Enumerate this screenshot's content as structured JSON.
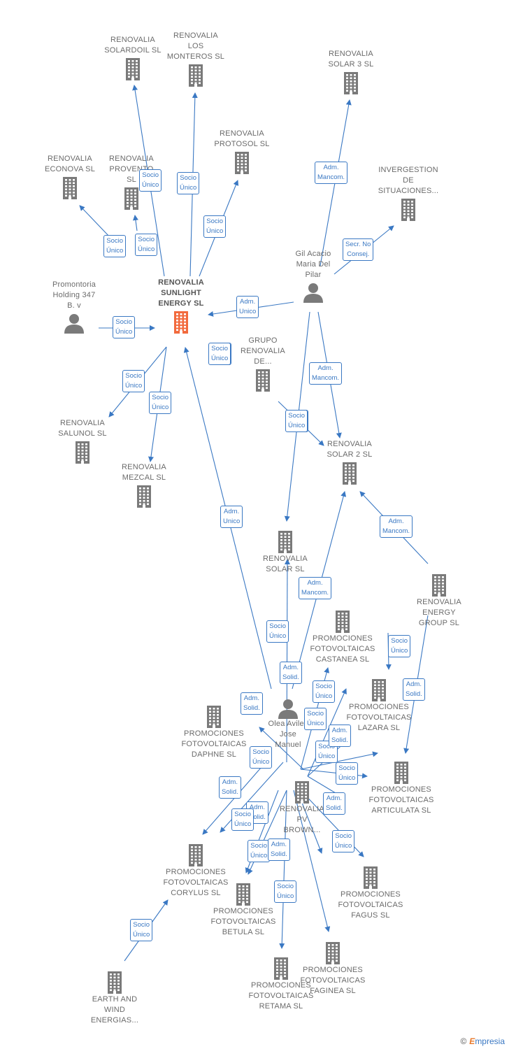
{
  "colors": {
    "edge": "#3a78c3",
    "node": "#7a7a7a",
    "main_node": "#f26a3d",
    "label": "#6b6b6b"
  },
  "nodes": [
    {
      "id": "solardoil",
      "label": "RENOVALIA\nSOLARDOIL  SL",
      "type": "company"
    },
    {
      "id": "monteros",
      "label": "RENOVALIA\nLOS\nMONTEROS  SL",
      "type": "company"
    },
    {
      "id": "solar3",
      "label": "RENOVALIA\nSOLAR 3 SL",
      "type": "company"
    },
    {
      "id": "protosol",
      "label": "RENOVALIA\nPROTOSOL  SL",
      "type": "company"
    },
    {
      "id": "econova",
      "label": "RENOVALIA\nECONOVA  SL",
      "type": "company"
    },
    {
      "id": "provento",
      "label": "RENOVALIA\nPROVENTO\nSL",
      "type": "company"
    },
    {
      "id": "invergestion",
      "label": "INVERGESTION\nDE\nSITUACIONES...",
      "type": "company"
    },
    {
      "id": "gil",
      "label": "Gil Acacio\nMaria Del\nPilar",
      "type": "person"
    },
    {
      "id": "promontoria",
      "label": "Promontoria\nHolding 347\nB. v",
      "type": "person"
    },
    {
      "id": "sunlight",
      "label": "RENOVALIA\nSUNLIGHT\nENERGY  SL",
      "type": "main"
    },
    {
      "id": "grupo",
      "label": "GRUPO\nRENOVALIA\nDE...",
      "type": "company"
    },
    {
      "id": "salunol",
      "label": "RENOVALIA\nSALUNOL  SL",
      "type": "company"
    },
    {
      "id": "solar2",
      "label": "RENOVALIA\nSOLAR 2 SL",
      "type": "company"
    },
    {
      "id": "mezcal",
      "label": "RENOVALIA\nMEZCAL  SL",
      "type": "company"
    },
    {
      "id": "solarsl",
      "label": "RENOVALIA\nSOLAR SL",
      "type": "company"
    },
    {
      "id": "energygroup",
      "label": "RENOVALIA\nENERGY\nGROUP  SL",
      "type": "company"
    },
    {
      "id": "castanea",
      "label": "PROMOCIONES\nFOTOVOLTAICAS\nCASTANEA SL",
      "type": "company"
    },
    {
      "id": "olea",
      "label": "Olea Aviles\nJose\nManuel",
      "type": "person"
    },
    {
      "id": "lazara",
      "label": "PROMOCIONES\nFOTOVOLTAICAS\nLAZARA SL",
      "type": "company"
    },
    {
      "id": "daphne",
      "label": "PROMOCIONES\nFOTOVOLTAICAS\nDAPHNE SL",
      "type": "company"
    },
    {
      "id": "articulata",
      "label": "PROMOCIONES\nFOTOVOLTAICAS\nARTICULATA SL",
      "type": "company"
    },
    {
      "id": "pvbrown",
      "label": "RENOVALIA\nPV\nBROWN...",
      "type": "company"
    },
    {
      "id": "corylus",
      "label": "PROMOCIONES\nFOTOVOLTAICAS\nCORYLUS SL",
      "type": "company"
    },
    {
      "id": "fagus",
      "label": "PROMOCIONES\nFOTOVOLTAICAS\nFAGUS SL",
      "type": "company"
    },
    {
      "id": "betula",
      "label": "PROMOCIONES\nFOTOVOLTAICAS\nBETULA SL",
      "type": "company"
    },
    {
      "id": "faginea",
      "label": "PROMOCIONES\nFOTOVOLTAICAS\nFAGINEA SL",
      "type": "company"
    },
    {
      "id": "retama",
      "label": "PROMOCIONES\nFOTOVOLTAICAS\nRETAMA SL",
      "type": "company"
    },
    {
      "id": "earth",
      "label": "EARTH AND\nWIND\nENERGIAS...",
      "type": "company"
    }
  ],
  "edge_labels": [
    "Socio\nÚnico",
    "Socio\nÚnico",
    "Adm.\nMancom.",
    "Socio\nÚnico",
    "Socio\nÚnico",
    "Socio\nÚnico",
    "Secr.  No\nConsej.",
    "Adm.\nUnico",
    "Socio\nÚnico",
    "Socio\nÚnico",
    "Adm.\nMancom.",
    "Socio\nÚnico",
    "Socio\nÚnico",
    "Socio\nÚnico",
    "Socio\nÚnico",
    "Adm.\nUnico",
    "Socio\nÚnico",
    "Adm.\nMancom.",
    "Adm.\nMancom.",
    "Socio\nÚnico",
    "Socio\nÚnico",
    "Adm.\nSolid.",
    "Adm.\nSolid.",
    "Socio\nÚnico",
    "Adm.\nSolid.",
    "Socio\nÚnico",
    "Socio\nÚnico",
    "Socio\nÚnico",
    "Adm.\nSolid.",
    "Adm.\nSolid.",
    "Socio\nÚnico",
    "Adm.\nSolid.",
    "Socio\nÚnico",
    "Adm.\nSolid.",
    "Socio\nÚnico",
    "Adm.\nSolid.",
    "Socio\nÚnico",
    "Socio\nÚnico",
    "Socio\nÚnico"
  ],
  "credit": {
    "symbol": "©",
    "brand_initial": "E",
    "brand_rest": "mpresia"
  }
}
